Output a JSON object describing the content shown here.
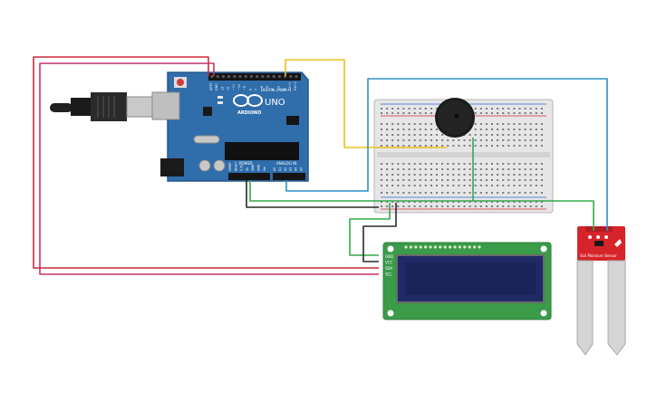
{
  "arduino": {
    "brand": "ARDUINO",
    "model": "UNO",
    "digital_label": "DIGITAL (PWM~)",
    "power_label": "POWER",
    "analog_label": "ANALOG IN",
    "top_pins": [
      "AREF",
      "GND",
      "13",
      "12",
      "~11",
      "~10",
      "~9",
      "8",
      "7",
      "~6",
      "~5",
      "4",
      "~3",
      "2",
      "TX→1",
      "RX←0"
    ],
    "power_pins": [
      "IOREF",
      "RESET",
      "3.3V",
      "5V",
      "GND",
      "GND",
      "Vin"
    ],
    "analog_pins": [
      "A0",
      "A1",
      "A2",
      "A3",
      "A4",
      "A5"
    ]
  },
  "lcd": {
    "pins": [
      "GND",
      "VCC",
      "SDA",
      "SCL"
    ]
  },
  "soil_sensor": {
    "label": "Soil Moisture Sensor"
  },
  "colors": {
    "board_blue": "#2f6dab",
    "wire_red": "#cc2a3a",
    "wire_magenta": "#c8326f",
    "wire_yellow": "#e8c020",
    "wire_blue": "#2a8fc8",
    "wire_green": "#35a84a",
    "wire_black": "#2a2a2a",
    "lcd_green": "#3a9b48",
    "lcd_screen": "#1f2a66",
    "sensor_red": "#d6242a"
  }
}
